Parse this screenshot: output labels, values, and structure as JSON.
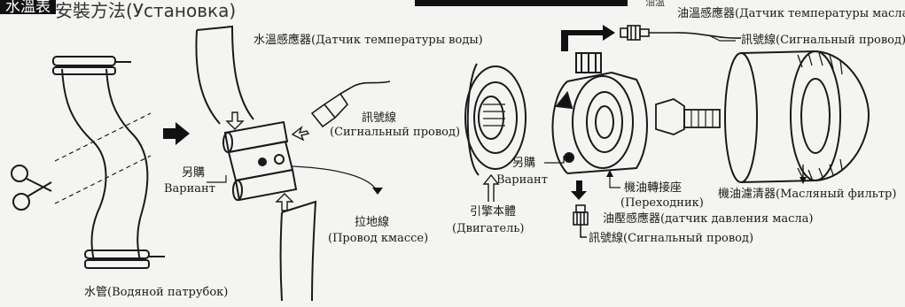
{
  "header": {
    "title_box": "水溫表",
    "title_rest": "安裝方法(Установка)",
    "top_right_cut": "油溫"
  },
  "labels": {
    "water_pipe": "水管(Водяной патрубок)",
    "water_sensor": "水溫感應器(Датчик температуры воды)",
    "signal_wire_1": "訊號線",
    "signal_wire_1_ru": "(Сигнальный провод)",
    "variant_1": "另購",
    "variant_1_ru": "Вариант",
    "ground_wire": "拉地線",
    "ground_wire_ru": "(Провод кмассе)",
    "engine": "引擎本體",
    "engine_ru": "(Двигатель)",
    "variant_2": "另購",
    "variant_2_ru": "Вариант",
    "adapter": "機油轉接座",
    "adapter_ru": "(Переходник)",
    "oil_pressure_sensor": "油壓感應器(датчик давления масла)",
    "signal_wire_3": "訊號線(Сигнальный провод)",
    "oil_temp_sensor": "油溫感應器(Датчик температуры масла)",
    "signal_wire_2": "訊號線(Сигнальный провод)",
    "oil_filter": "機油濾清器(Масляный фильтр)"
  },
  "icons": {
    "scissors": "scissors-icon"
  }
}
